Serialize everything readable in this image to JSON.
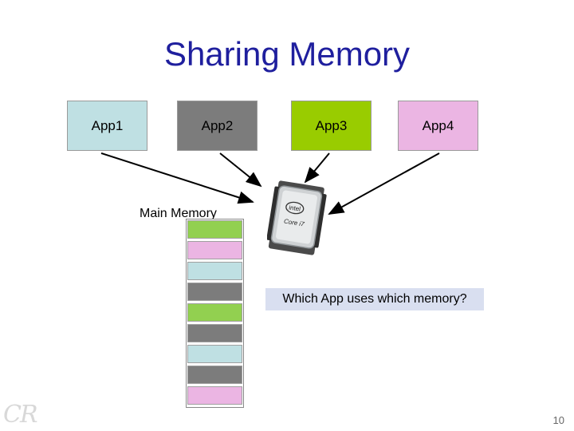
{
  "title": "Sharing Memory",
  "apps": [
    {
      "label": "App1",
      "color": "#bfe0e3"
    },
    {
      "label": "App2",
      "color": "#7c7c7c"
    },
    {
      "label": "App3",
      "color": "#99cc00"
    },
    {
      "label": "App4",
      "color": "#ebb5e3"
    }
  ],
  "main_memory": {
    "label": "Main Memory",
    "blocks": [
      "#92d050",
      "#ebb5e3",
      "#bfe0e3",
      "#7c7c7c",
      "#92d050",
      "#7c7c7c",
      "#bfe0e3",
      "#7c7c7c",
      "#ebb5e3"
    ]
  },
  "question": "Which App uses which memory?",
  "chip_text": {
    "brand": "intel",
    "model": "Core i7"
  },
  "logo": "CR",
  "page_number": "10"
}
